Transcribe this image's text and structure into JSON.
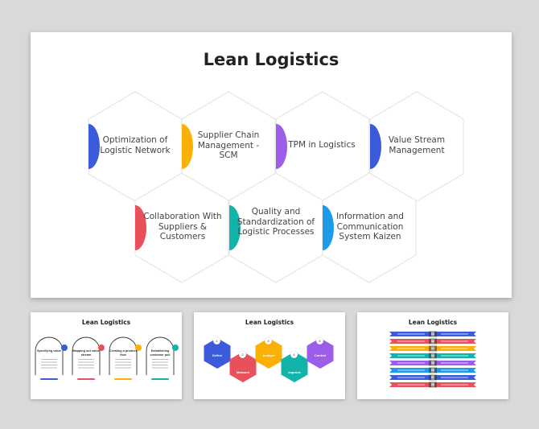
{
  "main_slide": {
    "title": "Lean Logistics",
    "items": [
      {
        "label": "Optimization of Logistic Network",
        "color": "#3b5bdb"
      },
      {
        "label": "Supplier Chain Management - SCM",
        "color": "#fab005"
      },
      {
        "label": "TPM in Logistics",
        "color": "#9c5de8"
      },
      {
        "label": "Value Stream Management",
        "color": "#3b5bdb"
      },
      {
        "label": "Collaboration With Suppliers & Customers",
        "color": "#e8505b"
      },
      {
        "label": "Quality and Standardization of Logistic Processes",
        "color": "#12b3a8"
      },
      {
        "label": "Information and Communication System Kaizen",
        "color": "#1c9ce8"
      }
    ]
  },
  "thumbnails": [
    {
      "title": "Lean Logistics",
      "steps": [
        {
          "label": "Specifying value",
          "color": "#3b5bdb"
        },
        {
          "label": "Mapping out value stream",
          "color": "#e8505b"
        },
        {
          "label": "Creating a product flow",
          "color": "#fab005"
        },
        {
          "label": "Establishing customer pull",
          "color": "#12b3a8"
        }
      ]
    },
    {
      "title": "Lean Logistics",
      "steps": [
        {
          "num": "1",
          "label": "Define",
          "color": "#3b5bdb"
        },
        {
          "num": "2",
          "label": "Measure",
          "color": "#e8505b"
        },
        {
          "num": "3",
          "label": "Analyze",
          "color": "#fab005"
        },
        {
          "num": "4",
          "label": "Improve",
          "color": "#12b3a8"
        },
        {
          "num": "5",
          "label": "Control",
          "color": "#9c5de8"
        }
      ]
    },
    {
      "title": "Lean Logistics",
      "rows": [
        {
          "num": "01",
          "color": "#3b5bdb"
        },
        {
          "num": "02",
          "color": "#e8505b"
        },
        {
          "num": "03",
          "color": "#fab005"
        },
        {
          "num": "04",
          "color": "#12b3a8"
        },
        {
          "num": "05",
          "color": "#9c5de8"
        },
        {
          "num": "06",
          "color": "#1c9ce8"
        },
        {
          "num": "07",
          "color": "#3b5bdb"
        },
        {
          "num": "08",
          "color": "#e8505b"
        }
      ]
    }
  ]
}
